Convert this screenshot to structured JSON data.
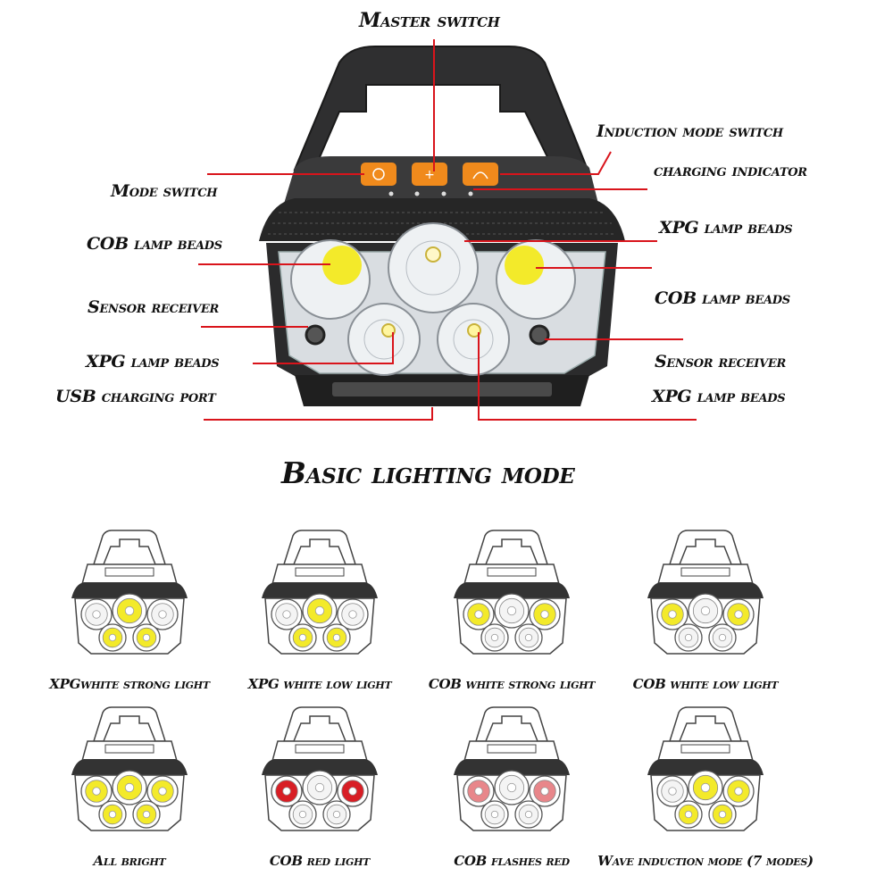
{
  "annotations": {
    "master_switch": "Master switch",
    "induction_mode_switch": "Induction mode switch",
    "charging_indicator": "charging indicator",
    "mode_switch": "Mode switch",
    "cob_lamp_beads_left": "COB lamp beads",
    "xpg_lamp_beads_top_right": "XPG lamp beads",
    "cob_lamp_beads_right": "COB lamp beads",
    "sensor_receiver_left": "Sensor receiver",
    "sensor_receiver_right": "Sensor receiver",
    "xpg_lamp_beads_left": "XPG lamp beads",
    "xpg_lamp_beads_bottom_right": "XPG lamp beads",
    "usb_charging_port": "USB charging port"
  },
  "section_title": "Basic lighting mode",
  "colors": {
    "leader_line": "#d9141b",
    "button_orange": "#f08a1c",
    "lit_yellow": "#f3ea2a",
    "lit_red": "#d81e25",
    "body_dark": "#3a3a3a"
  },
  "modes": [
    {
      "caption": "XPGwhite strong light",
      "lit": [
        "xpg",
        "xpg",
        "xpg"
      ],
      "color": "yellow"
    },
    {
      "caption": "XPG white low light",
      "lit": [
        "xpg",
        "xpg",
        "xpg"
      ],
      "color": "yellow"
    },
    {
      "caption": "COB white strong light",
      "lit": [
        "cob",
        "cob"
      ],
      "color": "yellow"
    },
    {
      "caption": "COB white low light",
      "lit": [
        "cob",
        "cob"
      ],
      "color": "yellow"
    },
    {
      "caption": "All bright",
      "lit": [
        "all"
      ],
      "color": "yellow"
    },
    {
      "caption": "COB red light",
      "lit": [
        "cob",
        "cob"
      ],
      "color": "red"
    },
    {
      "caption": "COB flashes red",
      "lit": [
        "cob",
        "cob"
      ],
      "color": "red"
    },
    {
      "caption": "Wave induction mode (7 modes)",
      "lit": [
        "wave"
      ],
      "color": "yellow"
    }
  ]
}
